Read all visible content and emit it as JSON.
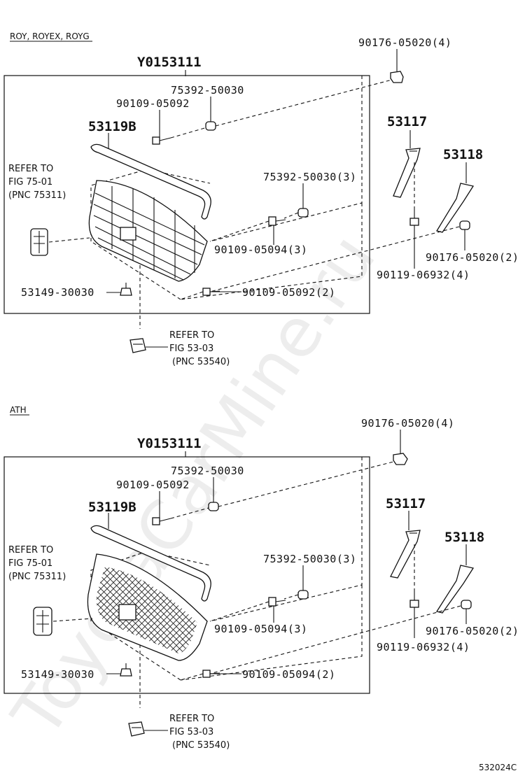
{
  "figure_code": "532024C",
  "watermark": "ToyotaCarMine.ru",
  "sections": [
    {
      "variant": "ROY, ROYEX, ROYG",
      "assembly": "Y0153111",
      "labels": {
        "seal": "53119B",
        "bracket_left": "53117",
        "bracket_right": "53118",
        "clip_top_right": "90176-05020(4)",
        "nut_upper": "75392-50030",
        "bolt_upper": "90109-05092",
        "nut_mid": "75392-50030(3)",
        "bolt_mid": "90109-05094(3)",
        "clip_right_lower": "90176-05020(2)",
        "stud": "90119-06932(4)",
        "clip_bottom": "53149-30030",
        "bolt_bottom": "90109-05092(2)"
      },
      "refer_left": [
        "REFER TO",
        "FIG 75-01",
        "(PNC 75311)"
      ],
      "refer_bottom": [
        "REFER TO",
        "FIG 53-03",
        "(PNC 53540)"
      ]
    },
    {
      "variant": "ATH",
      "assembly": "Y0153111",
      "labels": {
        "seal": "53119B",
        "bracket_left": "53117",
        "bracket_right": "53118",
        "clip_top_right": "90176-05020(4)",
        "nut_upper": "75392-50030",
        "bolt_upper": "90109-05092",
        "nut_mid": "75392-50030(3)",
        "bolt_mid": "90109-05094(3)",
        "clip_right_lower": "90176-05020(2)",
        "stud": "90119-06932(4)",
        "clip_bottom": "53149-30030",
        "bolt_bottom": "90109-05094(2)"
      },
      "refer_left": [
        "REFER TO",
        "FIG 75-01",
        "(PNC 75311)"
      ],
      "refer_bottom": [
        "REFER TO",
        "FIG 53-03",
        "(PNC 53540)"
      ]
    }
  ]
}
